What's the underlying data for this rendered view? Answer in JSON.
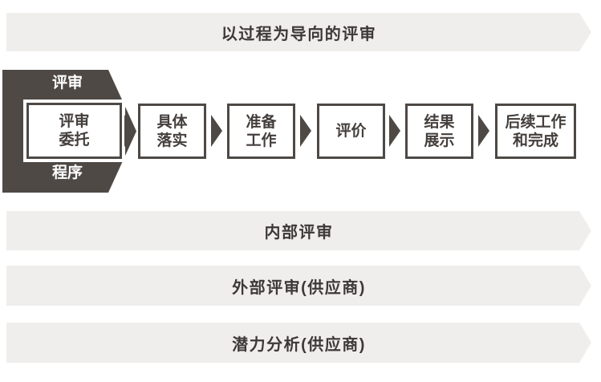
{
  "colors": {
    "banner_bg": "#efeeec",
    "dark": "#4e4945",
    "banner_text": "#3d3936",
    "box_text": "#443f3c",
    "tab_text": "#ffffff"
  },
  "icons": {
    "step-arrow-icon": "▶"
  },
  "top_banner": {
    "label": "以过程为导向的评审"
  },
  "flow": {
    "tab_top": "评审",
    "tab_bottom": "程序",
    "steps": [
      {
        "lines": [
          "评审",
          "委托"
        ]
      },
      {
        "lines": [
          "具体",
          "落实"
        ]
      },
      {
        "lines": [
          "准备",
          "工作"
        ]
      },
      {
        "lines": [
          "评价"
        ]
      },
      {
        "lines": [
          "结果",
          "展示"
        ]
      },
      {
        "lines": [
          "后续工作",
          "和完成"
        ]
      }
    ]
  },
  "bottom_banners": [
    {
      "label": "内部评审"
    },
    {
      "label": "外部评审(供应商)"
    },
    {
      "label": "潜力分析(供应商)"
    }
  ]
}
